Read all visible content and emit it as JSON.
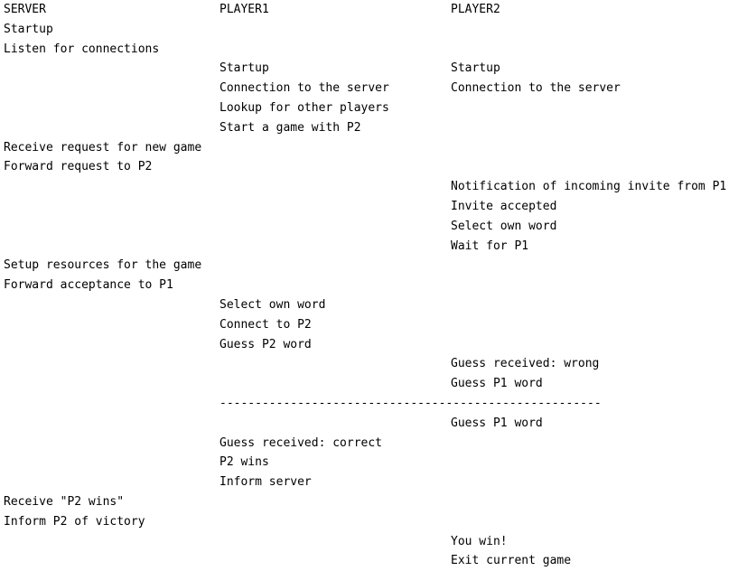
{
  "headers": {
    "server": "SERVER",
    "player1": "PLAYER1",
    "player2": "PLAYER2"
  },
  "lines": [
    {
      "server": "Startup"
    },
    {
      "server": "Listen for connections"
    },
    {
      "player1": "Startup",
      "player2": "Startup"
    },
    {
      "player1": "Connection to the server",
      "player2": "Connection to the server"
    },
    {
      "player1": "Lookup for other players"
    },
    {
      "player1": "Start a game with P2"
    },
    {
      "server": "Receive request for new game"
    },
    {
      "server": "Forward request to P2"
    },
    {
      "player2": "Notification of incoming invite from P1"
    },
    {
      "player2": "Invite accepted"
    },
    {
      "player2": "Select own word"
    },
    {
      "player2": "Wait for P1"
    },
    {
      "server": "Setup resources for the game"
    },
    {
      "server": "Forward acceptance to P1"
    },
    {
      "player1": "Select own word"
    },
    {
      "player1": "Connect to P2"
    },
    {
      "player1": "Guess P2 word"
    },
    {
      "player2": "Guess received: wrong"
    },
    {
      "player2": "Guess P1 word"
    },
    {
      "player1": "------------------------------------------------------"
    },
    {
      "player2": "Guess P1 word"
    },
    {
      "player1": "Guess received: correct"
    },
    {
      "player1": "P2 wins"
    },
    {
      "player1": "Inform server"
    },
    {
      "server": "Receive \"P2 wins\""
    },
    {
      "server": "Inform P2 of victory"
    },
    {
      "player2": "You win!"
    },
    {
      "player2": "Exit current game"
    }
  ]
}
